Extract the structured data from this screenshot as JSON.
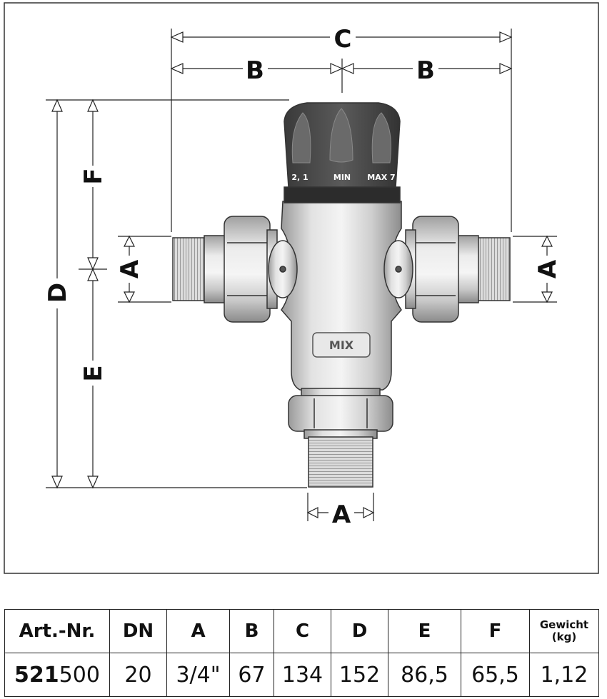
{
  "dimensions": {
    "a": "A",
    "b": "B",
    "c": "C",
    "d": "D",
    "e": "E",
    "f": "F"
  },
  "knob_scale": {
    "left": "2, 1",
    "center": "MIN",
    "right": "MAX 7"
  },
  "body_label": "MIX",
  "table": {
    "headers": [
      "Art.-Nr.",
      "DN",
      "A",
      "B",
      "C",
      "D",
      "E",
      "F"
    ],
    "weight_header_line1": "Gewicht",
    "weight_header_line2": "(kg)",
    "row": {
      "art_bold": "521",
      "art_rest": "500",
      "dn": "20",
      "a": "3/4\"",
      "b": "67",
      "c": "134",
      "d": "152",
      "e": "86,5",
      "f": "65,5",
      "weight": "1,12"
    }
  }
}
